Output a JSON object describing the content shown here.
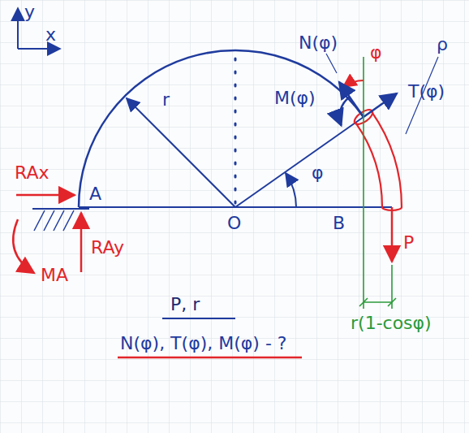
{
  "diagram": {
    "labels": [
      "y",
      "x",
      "N(φ)",
      "φ",
      "ρ",
      "M(φ)",
      "T(φ)",
      "r",
      "φ",
      "RAx",
      "A",
      "O",
      "B",
      "RAy",
      "P",
      "MA",
      "P, r",
      "r(1-cosφ)",
      "N(φ), T(φ), M(φ) - ?"
    ]
  }
}
